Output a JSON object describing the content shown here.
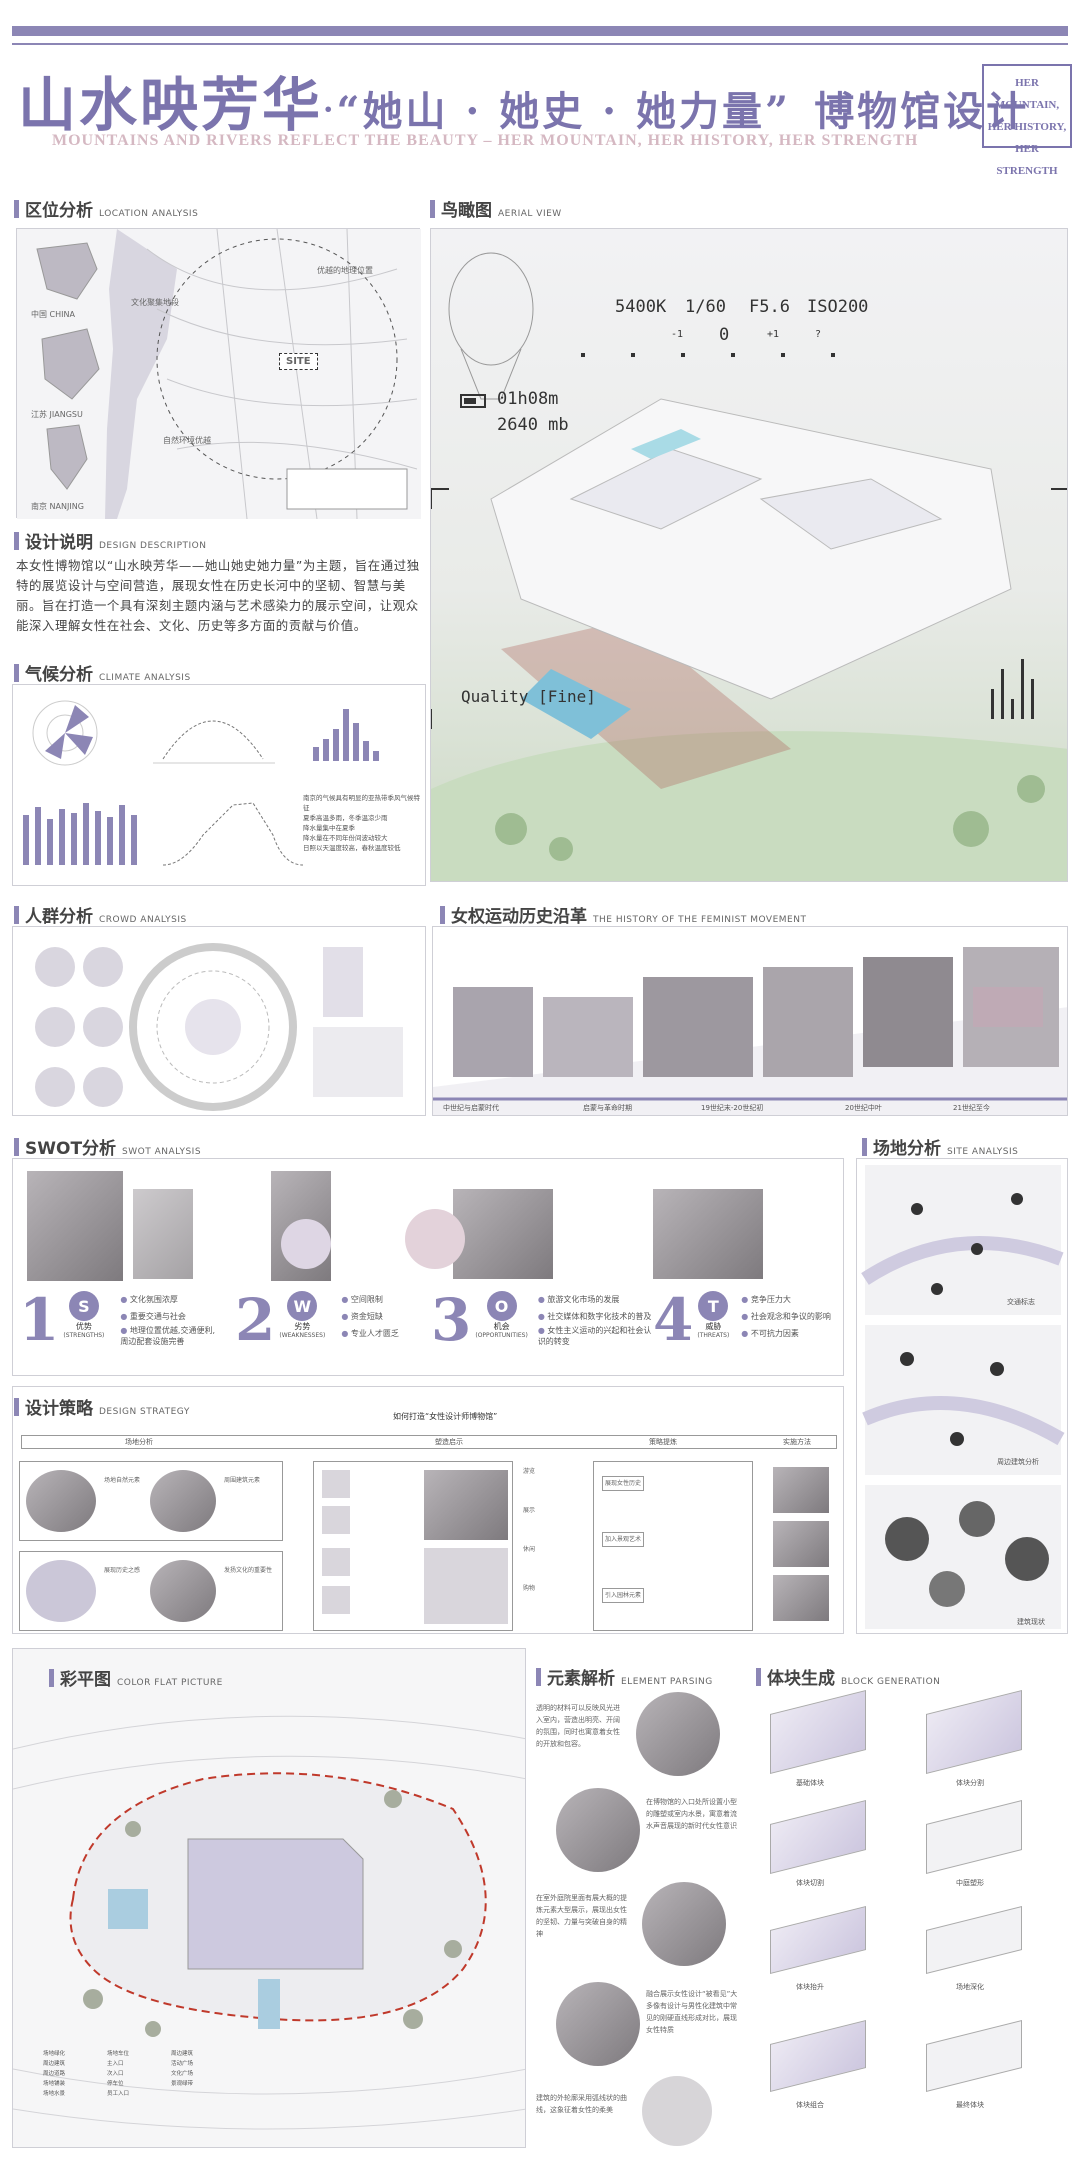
{
  "header": {
    "title_main": "山水映芳华",
    "title_dot": "·",
    "title_quote": "“她山 · 她史 · 她力量”",
    "title_tail": "博物馆设计",
    "subtitle": "MOUNTAINS AND RIVERS REFLECT THE BEAUTY – HER MOUNTAIN, HER HISTORY, HER STRENGTH",
    "her_lines": [
      "HER MOUNTAIN,",
      "HER HISTORY,",
      "HER STRENGTH"
    ]
  },
  "sections": {
    "location": {
      "cn": "区位分析",
      "en": "LOCATION ANALYSIS"
    },
    "aerial": {
      "cn": "鸟瞰图",
      "en": "AERIAL VIEW"
    },
    "design_desc": {
      "cn": "设计说明",
      "en": "DESIGN DESCRIPTION"
    },
    "climate": {
      "cn": "气候分析",
      "en": "CLIMATE ANALYSIS"
    },
    "crowd": {
      "cn": "人群分析",
      "en": "CROWD ANALYSIS"
    },
    "feminist": {
      "cn": "女权运动历史沿革",
      "en": "THE HISTORY OF THE FEMINIST MOVEMENT"
    },
    "swot": {
      "cn": "SWOT分析",
      "en": "SWOT ANALYSIS"
    },
    "site": {
      "cn": "场地分析",
      "en": "SITE ANALYSIS"
    },
    "strategy": {
      "cn": "设计策略",
      "en": "DESIGN STRATEGY"
    },
    "flat": {
      "cn": "彩平图",
      "en": "COLOR FLAT PICTURE"
    },
    "element": {
      "cn": "元素解析",
      "en": "ELEMENT PARSING"
    },
    "block": {
      "cn": "体块生成",
      "en": "BLOCK GENERATION"
    }
  },
  "location_map": {
    "china": "中国",
    "china_en": "CHINA",
    "jiangsu": "江苏",
    "jiangsu_en": "JIANGSU",
    "nanjing": "南京",
    "nanjing_en": "NANJING",
    "site": "SITE",
    "note1": "文化聚集地段",
    "note2": "优越的地理位置",
    "note3": "自然环境优越"
  },
  "design_description": "本女性博物馆以“山水映芳华——她山她史她力量”为主题，旨在通过独特的展览设计与空间营造，展现女性在历史长河中的坚韧、智慧与美丽。旨在打造一个具有深刻主题内涵与艺术感染力的展示空间，让观众能深入理解女性在社会、文化、历史等多方面的贡献与价值。",
  "camera": {
    "kelvin": "5400K",
    "shutter": "1/60",
    "aperture": "F5.6",
    "iso": "ISO200",
    "ev_minus1": "-1",
    "ev_zero": "0",
    "ev_plus1": "+1",
    "ev_q": "?",
    "time": "01h08m",
    "storage": "2640 mb",
    "quality": "Quality [Fine]"
  },
  "climate_text": [
    "南京的气候具有明显的亚热带季风气候特征",
    "夏季高温多雨，冬季温凉少雨",
    "降水量集中在夏季",
    "降水量在不同年份间波动较大",
    "日照以天温度较高，春秋温度较低"
  ],
  "feminist_timeline": [
    "中世纪与启蒙时代",
    "启蒙与革命时期",
    "19世纪末-20世纪初",
    "20世纪中叶",
    "21世纪至今"
  ],
  "swot": [
    {
      "num": "1",
      "letter": "S",
      "cn": "优势",
      "en": "(STRENGTHS)",
      "points": [
        "文化氛围浓厚",
        "重要交通与社会",
        "地理位置优越,交通便利,周边配套设施完善"
      ]
    },
    {
      "num": "2",
      "letter": "W",
      "cn": "劣势",
      "en": "(WEAKNESSES)",
      "points": [
        "空间限制",
        "资金短缺",
        "专业人才匮乏"
      ]
    },
    {
      "num": "3",
      "letter": "O",
      "cn": "机会",
      "en": "(OPPORTUNITIES)",
      "points": [
        "旅游文化市场的发展",
        "社交媒体和数字化技术的普及",
        "女性主义运动的兴起和社会认识的转变"
      ]
    },
    {
      "num": "4",
      "letter": "T",
      "cn": "威胁",
      "en": "(THREATS)",
      "points": [
        "竞争压力大",
        "社会观念和争议的影响",
        "不可抗力因素"
      ]
    }
  ],
  "strategy": {
    "question": "如何打造“女性设计师博物馆”",
    "tabs": [
      "场地分析",
      "塑造启示",
      "策略提炼",
      "实施方法"
    ],
    "rows": [
      "场地自然元素",
      "周围建筑元素",
      "展现历史之感",
      "发扬文化的重要性"
    ],
    "mid": [
      "展现女性历史",
      "加入景观艺术",
      "引入园林元素"
    ],
    "icons": [
      "游览",
      "展示",
      "休闲",
      "购物"
    ]
  },
  "site_labels": [
    "交通标志",
    "周边建筑分析",
    "建筑现状"
  ],
  "flat_legend": [
    "场地绿化",
    "周边建筑",
    "周边道路",
    "场地铺装",
    "场地水景",
    "场地车位",
    "主入口",
    "次入口",
    "停车位",
    "员工入口",
    "周边建筑",
    "活动广场",
    "文化广场",
    "景观绿带"
  ],
  "element_texts": [
    "透明的材料可以反映风光进入室内，营造出明亮、开阔的氛围，同时也寓意着女性的开放和包容。",
    "在博物馆的入口处所设置小型的雕塑或室内水景，寓意着流水声音展现的新时代女性意识",
    "在室外庭院里面有展大概的提炼元素大型展示，展现出女性的坚韧、力量与突破自身的精神",
    "融合展示女性设计“被看见”大多像有设计与男性化建筑中常见的刚硬直线形成对比，展现女性特质",
    "建筑的外轮廓采用弧线状的曲线，这象征着女性的柔美"
  ],
  "blocks": [
    "基础体块",
    "体块分割",
    "体块切割",
    "中庭塑形",
    "体块抬升",
    "场地深化",
    "体块组合",
    "最终体块"
  ]
}
